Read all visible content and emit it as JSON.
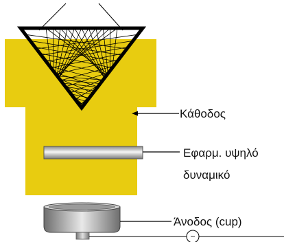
{
  "labels": {
    "cathode": "Κάθοδος",
    "high_voltage_line1": "Εφαρμ. υψηλό",
    "high_voltage_line2": "δυναμικό",
    "anode": "Άνοδος (cup)",
    "ac_symbol": "~"
  },
  "colors": {
    "cathode_block": "#E8CC10",
    "cone": "#000000",
    "rod_light": "#f4f4f4",
    "rod_dark": "#8a8a8a",
    "cup_light": "#e6e6e6",
    "cup_dark": "#6e6e6e"
  }
}
